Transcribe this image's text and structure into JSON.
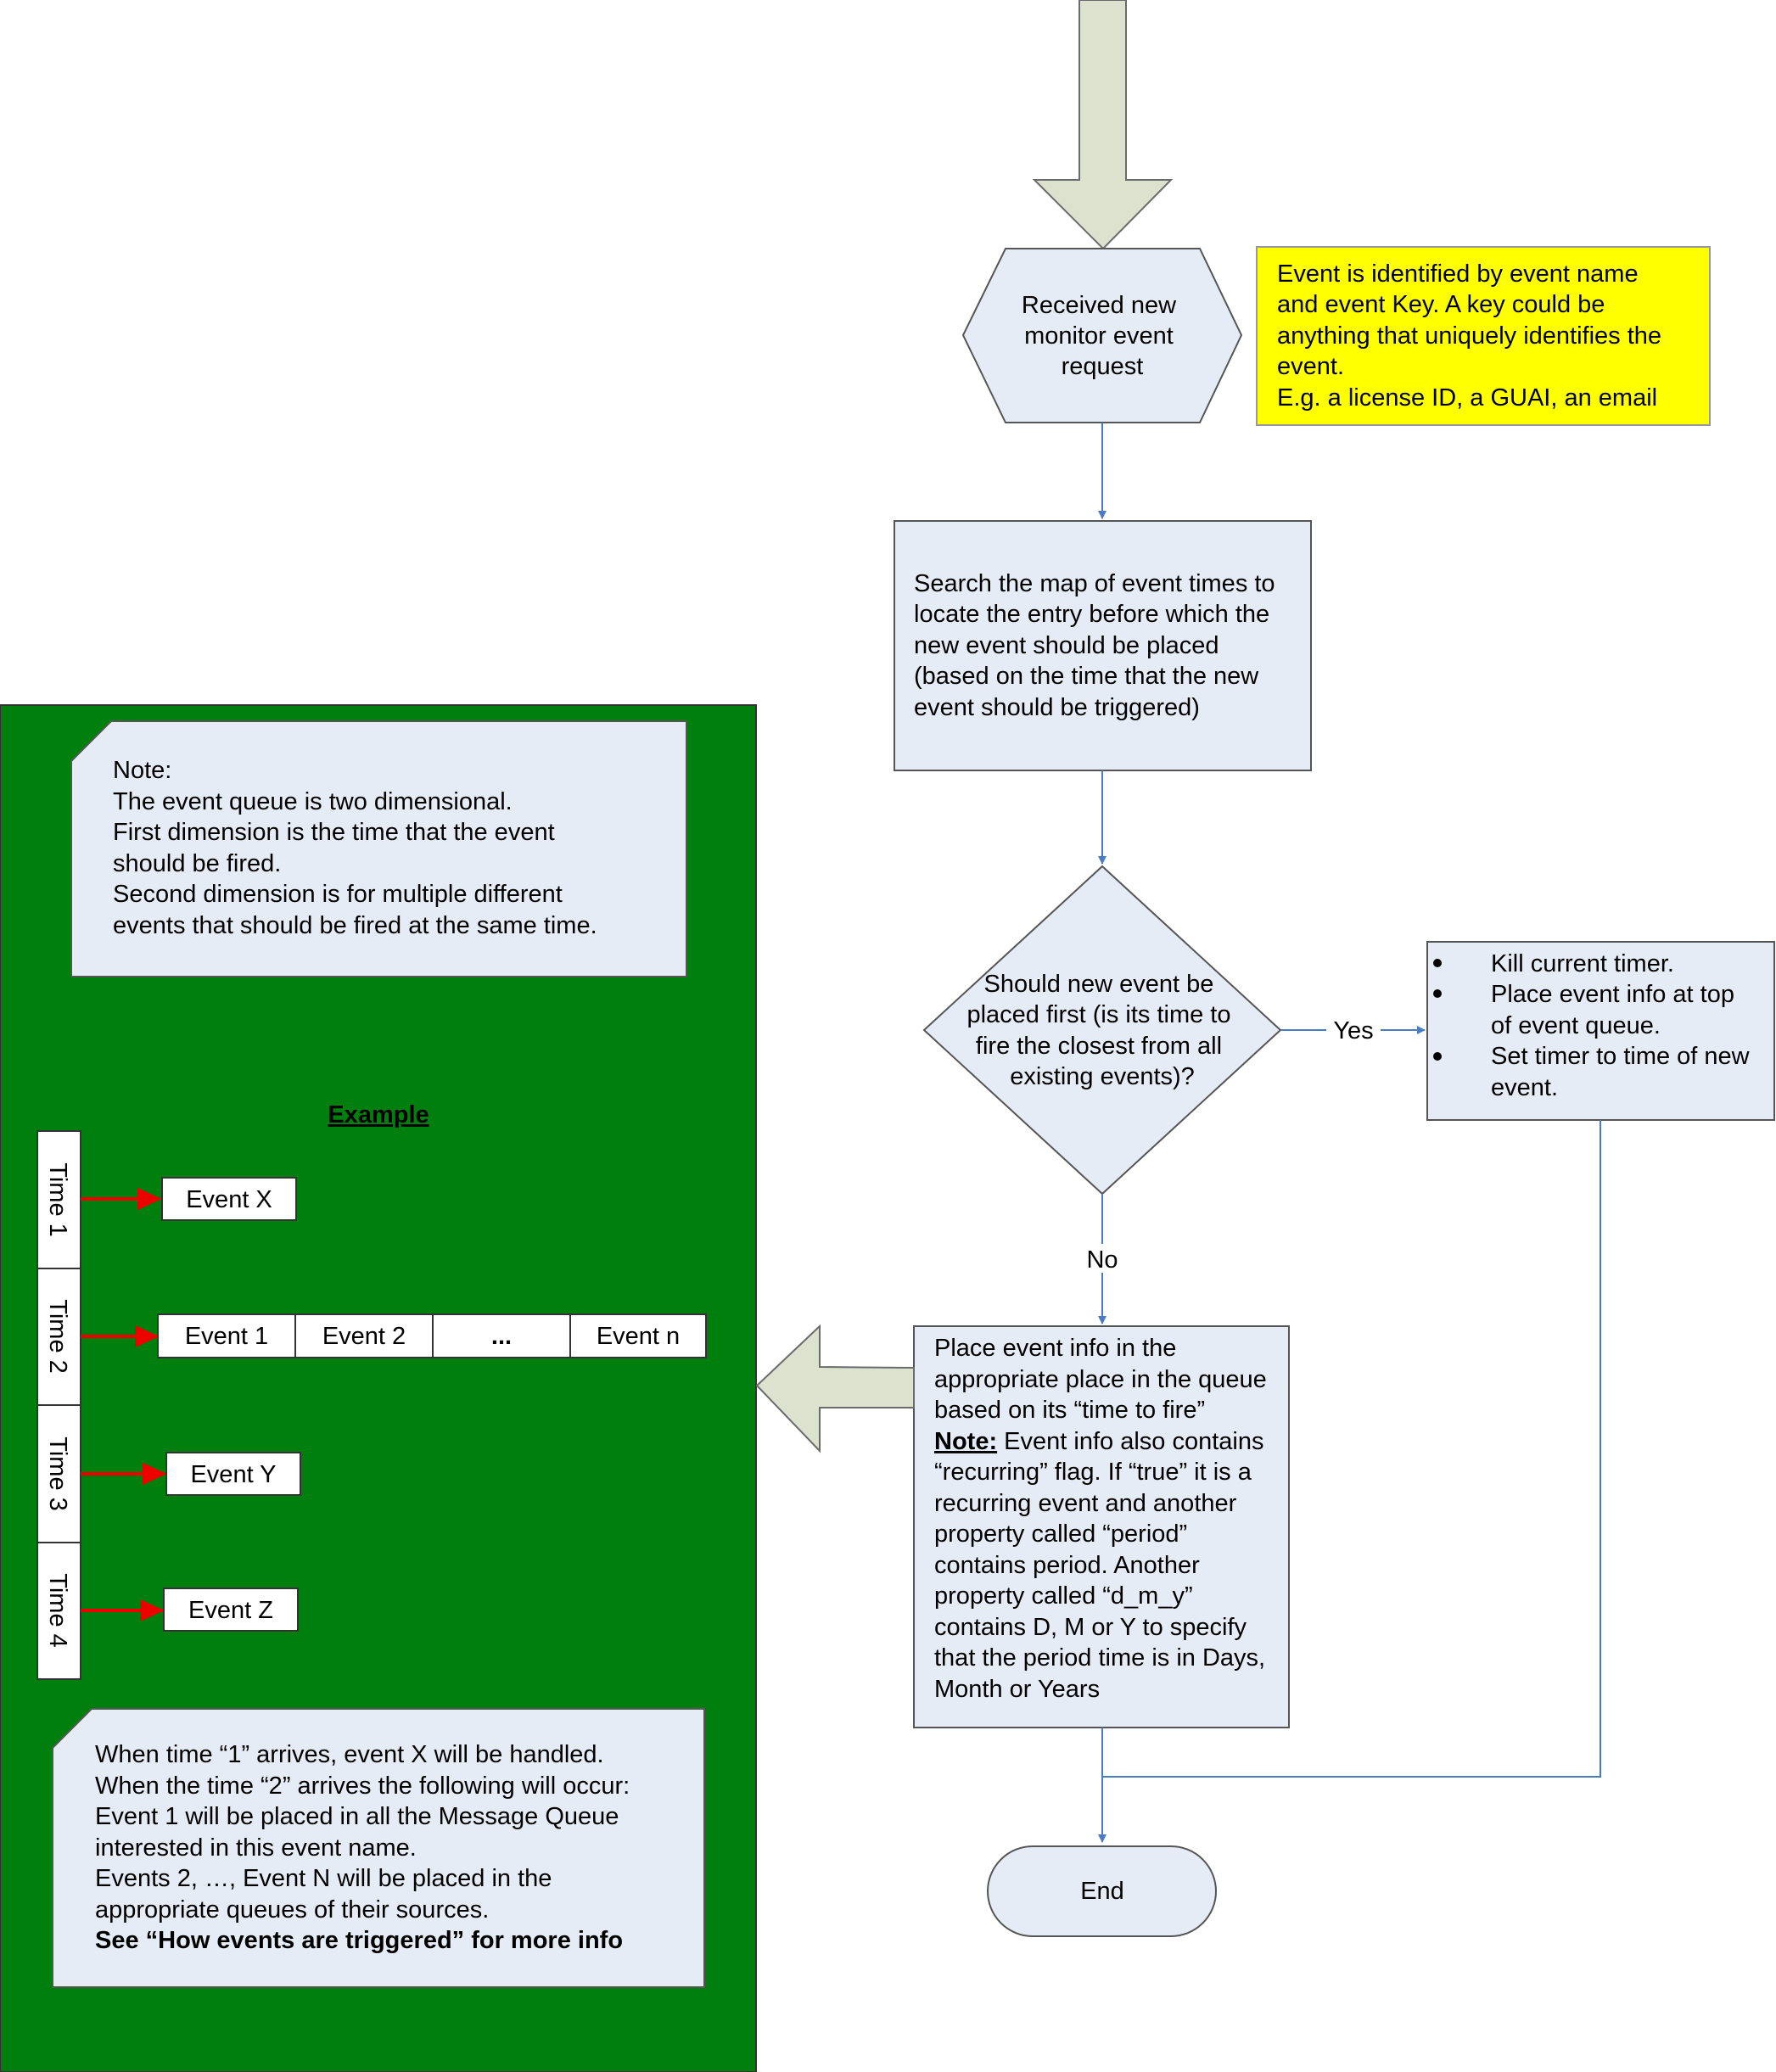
{
  "flow": {
    "start": [
      "Received new",
      "monitor event",
      "request"
    ],
    "search": [
      "Search the map of event times to",
      "locate the entry before which the",
      "new event should be placed",
      "(based on the time that the new",
      "event should be triggered)"
    ],
    "decision": [
      "Should new event be",
      "placed first (is its time to",
      "fire the closest from all",
      "existing events)?"
    ],
    "yes_label": "Yes",
    "no_label": "No",
    "yes_bullets": [
      "Kill current timer.",
      "Place event info at top",
      "of event queue.",
      "Set timer to time of new",
      "event."
    ],
    "place": {
      "lines": [
        "Place event info in the",
        "appropriate place in the queue",
        "based on its “time to fire”"
      ],
      "note_label": "Note:",
      "note_first": " Event info also contains",
      "note_rest": [
        "“recurring” flag. If “true” it is a",
        "recurring event and another",
        "property called “period”",
        "contains period. Another",
        "property called “d_m_y”",
        "contains D, M or Y to specify",
        "that the period time is in Days,",
        "Month or Years"
      ]
    },
    "end": "End"
  },
  "callout": [
    "Event is identified by event name",
    "and event Key. A key could be",
    "anything that uniquely identifies the",
    "event.",
    "E.g. a license ID, a GUAI, an email"
  ],
  "panel": {
    "note": [
      "Note:",
      "The event queue is two dimensional.",
      "First dimension is the time that the event",
      "should be fired.",
      "Second dimension is for multiple different",
      "events that should be fired at the same time."
    ],
    "example_title": "Example",
    "times": [
      "Time 1",
      "Time 2",
      "Time 3",
      "Time 4"
    ],
    "events": {
      "time1": [
        "Event X"
      ],
      "time2": [
        "Event 1",
        "Event 2",
        "...",
        "Event n"
      ],
      "time3": [
        "Event Y"
      ],
      "time4": [
        "Event Z"
      ]
    },
    "bottom_note": [
      "When time “1” arrives, event X will be handled.",
      "When the time “2” arrives the following will occur:",
      "Event 1 will be placed in all the Message Queue",
      "interested in this event name.",
      "Events 2, …, Event N will be placed in the",
      "appropriate queues of their sources."
    ],
    "bottom_note_bold": "See “How events are triggered” for more info"
  },
  "colors": {
    "panel_green": "#007f0e",
    "shape_fill": "#e6ecf6",
    "callout_yellow": "#ffff00",
    "connector_blue": "#4a7cc3",
    "big_arrow_fill": "#dde2cf",
    "red_arrow": "#ee0000"
  }
}
